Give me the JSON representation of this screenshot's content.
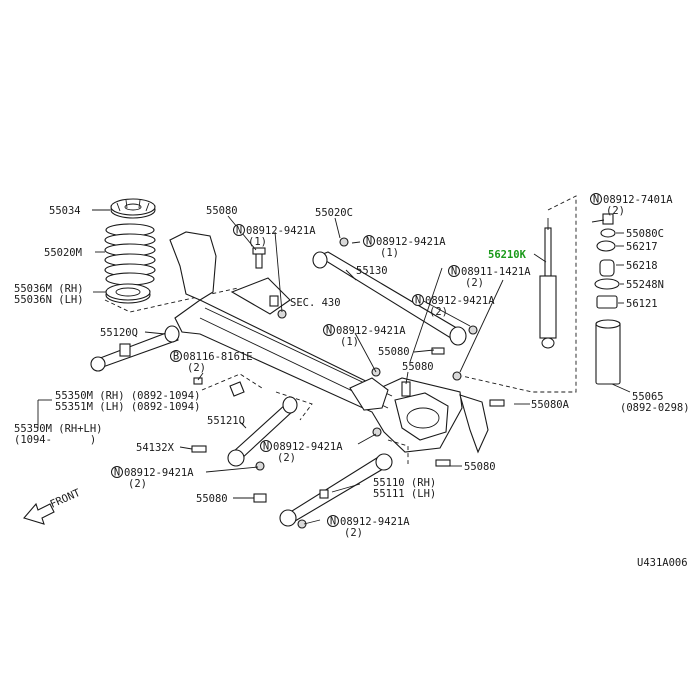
{
  "colors": {
    "highlight": "#1a9a1a",
    "ink": "#1a1a1a"
  },
  "labels": {
    "l55034": "55034",
    "l55020m": "55020M",
    "l55036m": "55036M (RH)",
    "l55036n": "55036N (LH)",
    "l55080_top": "55080",
    "l08912_a1": "08912-9421A",
    "l08912_a1q": "(1)",
    "l55020c": "55020C",
    "l08912_a2": "08912-9421A",
    "l08912_a2q": "(1)",
    "l56210k": "56210K",
    "l08912_7401a": "08912-7401A",
    "l08912_7401aq": "(2)",
    "l55080c": "55080C",
    "l56217": "56217",
    "l56218": "56218",
    "l55248n": "55248N",
    "l56121": "56121",
    "l55130": "55130",
    "l08911": "08911-1421A",
    "l08911q": "(2)",
    "l08912_a3": "08912-9421A",
    "l08912_a3q": "(2)",
    "lsec430": "SEC. 430",
    "l55120q": "55120Q",
    "l08116": "08116-8161E",
    "l08116q": "(2)",
    "l08912_a4": "08912-9421A",
    "l08912_a4q": "(1)",
    "l55080_mid": "55080",
    "l55080_mid2": "55080",
    "l55065": "55065",
    "l55065d": "(0892-0298)",
    "l55350m": "55350M (RH) (0892-1094)",
    "l55351m": "55351M (LH) (0892-1094)",
    "l55350mb": "55350M (RH+LH)",
    "l55350mbd": "(1094-      )",
    "l55121q": "55121Q",
    "l55080a": "55080A",
    "l54132x": "54132X",
    "l08912_a5": "08912-9421A",
    "l08912_a5q": "(2)",
    "l08912_a6": "08912-9421A",
    "l08912_a6q": "(2)",
    "l55080_r": "55080",
    "l55110": "55110 (RH)",
    "l55111": "55111 (LH)",
    "l55080_bl": "55080",
    "l08912_a7": "08912-9421A",
    "l08912_a7q": "(2)",
    "front": "FRONT",
    "code": "U431A006",
    "n": "N",
    "b": "B"
  }
}
